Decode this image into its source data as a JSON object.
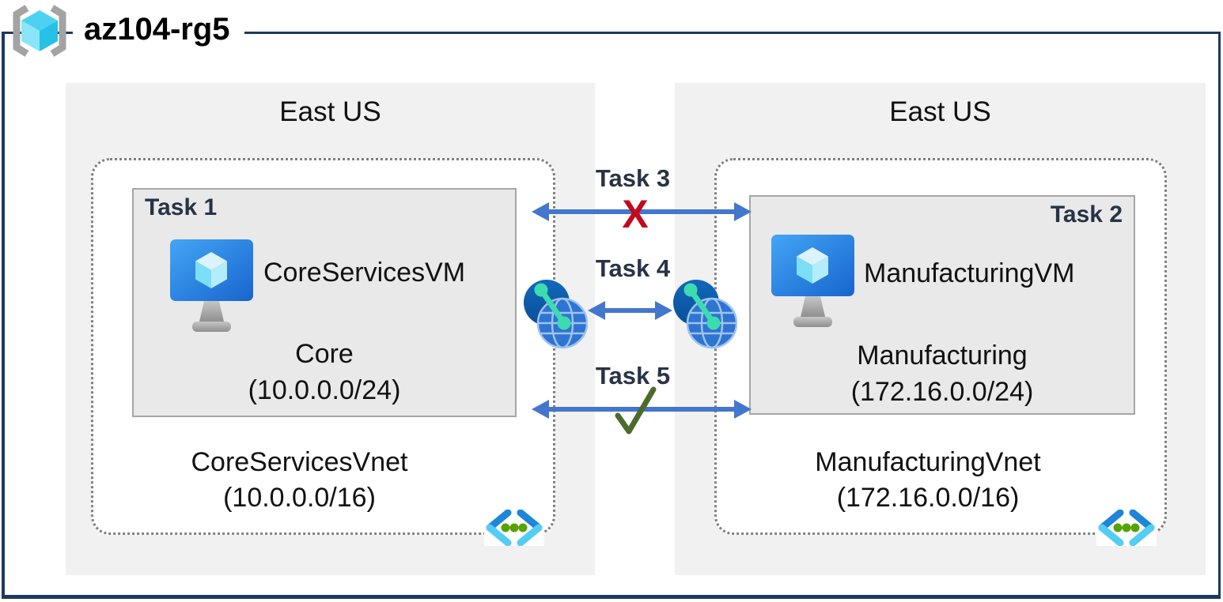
{
  "resource_group": {
    "name": "az104-rg5"
  },
  "left": {
    "region": "East US",
    "vnet": {
      "name": "CoreServicesVnet",
      "cidr": "(10.0.0.0/16)"
    },
    "subnet": {
      "task": "Task 1",
      "vm_name": "CoreServicesVM",
      "name": "Core",
      "cidr": "(10.0.0.0/24)"
    }
  },
  "right": {
    "region": "East US",
    "vnet": {
      "name": "ManufacturingVnet",
      "cidr": "(172.16.0.0/16)"
    },
    "subnet": {
      "task": "Task 2",
      "vm_name": "ManufacturingVM",
      "name": "Manufacturing",
      "cidr": "(172.16.0.0/24)"
    }
  },
  "connections": {
    "task3": {
      "label": "Task 3",
      "status": "blocked",
      "glyph": "X"
    },
    "task4": {
      "label": "Task 4",
      "status": "peering"
    },
    "task5": {
      "label": "Task 5",
      "status": "allowed",
      "glyph": "✓"
    }
  },
  "icons": {
    "resource_group": "brackets-cube-icon",
    "virtual_machine": "monitor-cube-icon",
    "vnet": "chevrons-dots-icon",
    "peering": "globe-link-icon"
  },
  "colors": {
    "frame": "#1d3a5e",
    "arrow": "#4377cd",
    "blocked_x": "#c4091d",
    "allowed_check": "#4d6b2d",
    "region_bg": "#f1f1f1",
    "subnet_bg": "#e9e9e9",
    "task_text": "#273346"
  }
}
